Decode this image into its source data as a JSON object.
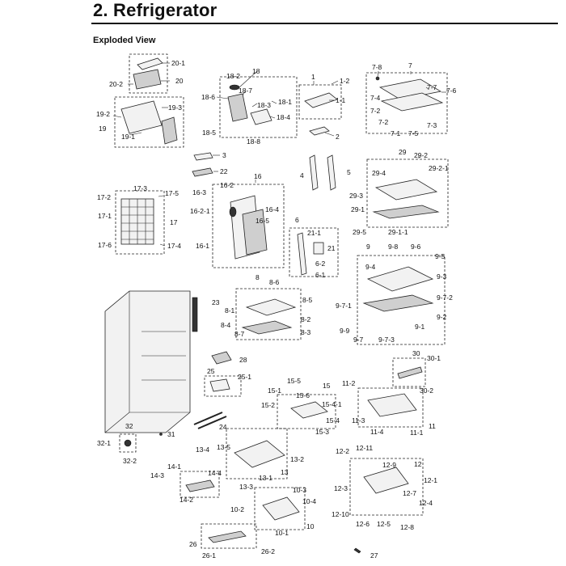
{
  "header": {
    "title": "2.  Refrigerator",
    "subtitle": "Exploded View"
  },
  "labels": {
    "l20_1": "20-1",
    "l20_2": "20-2",
    "l20": "20",
    "l19_2": "19-2",
    "l19_3": "19-3",
    "l19": "19",
    "l19_1": "19-1",
    "l18": "18",
    "l18_2": "18-2",
    "l18_6": "18-6",
    "l18_7": "18-7",
    "l18_3": "18-3",
    "l18_1": "18-1",
    "l18_4": "18-4",
    "l18_5": "18-5",
    "l18_8": "18-8",
    "l1": "1",
    "l1_2": "1-2",
    "l1_1": "1-1",
    "l2": "2",
    "l7_8": "7-8",
    "l7": "7",
    "l7_7": "7-7",
    "l7_6": "7-6",
    "l7_4": "7-4",
    "l7_2a": "7-2",
    "l7_2b": "7-2",
    "l7_1": "7-1",
    "l7_5": "7-5",
    "l7_3": "7-3",
    "l3": "3",
    "l22": "22",
    "l4": "4",
    "l5": "5",
    "l29": "29",
    "l29_2": "29-2",
    "l29_2_1": "29-2-1",
    "l29_4": "29-4",
    "l29_3": "29-3",
    "l29_1": "29-1",
    "l29_5": "29-5",
    "l29_1_1": "29-1-1",
    "l16": "16",
    "l16_3": "16-3",
    "l16_2": "16-2",
    "l16_2_1": "16-2-1",
    "l16_4": "16-4",
    "l16_5": "16-5",
    "l16_1": "16-1",
    "l17_3": "17-3",
    "l17_2": "17-2",
    "l17_5": "17-5",
    "l17_1": "17-1",
    "l17": "17",
    "l17_6": "17-6",
    "l17_4": "17-4",
    "l6": "6",
    "l21_1": "21-1",
    "l21": "21",
    "l6_2": "6-2",
    "l6_1": "6-1",
    "l9": "9",
    "l9_8": "9-8",
    "l9_6": "9-6",
    "l9_5": "9-5",
    "l9_4": "9-4",
    "l9_3": "9-3",
    "l9_2": "9-2",
    "l9_7_1": "9-7-1",
    "l9_7_2": "9-7-2",
    "l9_1": "9-1",
    "l9_9": "9-9",
    "l9_7": "9-7",
    "l9_7_3": "9-7-3",
    "l8": "8",
    "l8_6": "8-6",
    "l8_5": "8-5",
    "l8_1": "8-1",
    "l8_4": "8-4",
    "l8_2": "8-2",
    "l8_7": "8-7",
    "l8_3": "8-3",
    "l23": "23",
    "l28": "28",
    "l25": "25",
    "l25_1": "25-1",
    "l24": "24",
    "l30": "30",
    "l30_1": "30-1",
    "l30_2": "30-2",
    "l11_2": "11-2",
    "l11_3": "11-3",
    "l11_4": "11-4",
    "l11_1": "11-1",
    "l11": "11",
    "l15_5": "15-5",
    "l15": "15",
    "l15_1": "15-1",
    "l15_6": "15-6",
    "l15_2": "15-2",
    "l15_4_1": "15-4-1",
    "l15_4": "15-4",
    "l15_3": "15-3",
    "l32": "32",
    "l32_1": "32-1",
    "l32_2": "32-2",
    "l31": "31",
    "l13_4": "13-4",
    "l13_5": "13-5",
    "l13_2": "13-2",
    "l13": "13",
    "l13_1": "13-1",
    "l13_3": "13-3",
    "l14_1": "14-1",
    "l14_3": "14-3",
    "l14_4": "14-4",
    "l14_2": "14-2",
    "l12_2": "12-2",
    "l12_11": "12-11",
    "l12_9": "12-9",
    "l12": "12",
    "l12_1": "12-1",
    "l12_3": "12-3",
    "l12_7": "12-7",
    "l12_4": "12-4",
    "l12_10": "12-10",
    "l12_6": "12-6",
    "l12_5": "12-5",
    "l12_8": "12-8",
    "l10_3": "10-3",
    "l10_2": "10-2",
    "l10_4": "10-4",
    "l10_1": "10-1",
    "l10": "10",
    "l26": "26",
    "l26_1": "26-1",
    "l26_2": "26-2",
    "l27": "27"
  }
}
